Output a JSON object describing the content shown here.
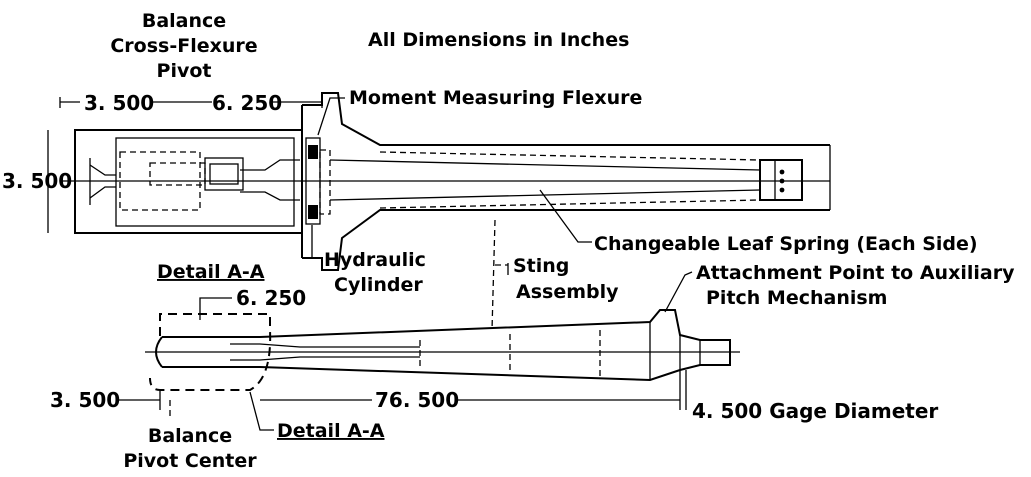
{
  "labels": {
    "title": "All Dimensions in Inches",
    "balance_pivot": [
      "Balance",
      "Cross-Flexure",
      "Pivot"
    ],
    "moment_flexure": "Moment Measuring Flexure",
    "dim_3500_top": "3. 500",
    "dim_6250_top": "6. 250",
    "dim_3500_left": "3. 500",
    "detail_aa_top": "Detail A-A",
    "hydraulic": [
      "Hydraulic",
      "Cylinder"
    ],
    "leaf_spring": "Changeable Leaf Spring (Each Side)",
    "attachment": [
      "Attachment Point to Auxiliary",
      "Pitch Mechanism"
    ],
    "sting": [
      "Sting",
      "Assembly"
    ],
    "dim_6250_bottom": "6. 250",
    "dim_3500_bottom": "3. 500",
    "dim_76500": "76. 500",
    "dim_4500": "4. 500 Gage Diameter",
    "pivot_center": [
      "Balance",
      "Pivot Center"
    ],
    "detail_aa_bottom": "Detail A-A"
  }
}
